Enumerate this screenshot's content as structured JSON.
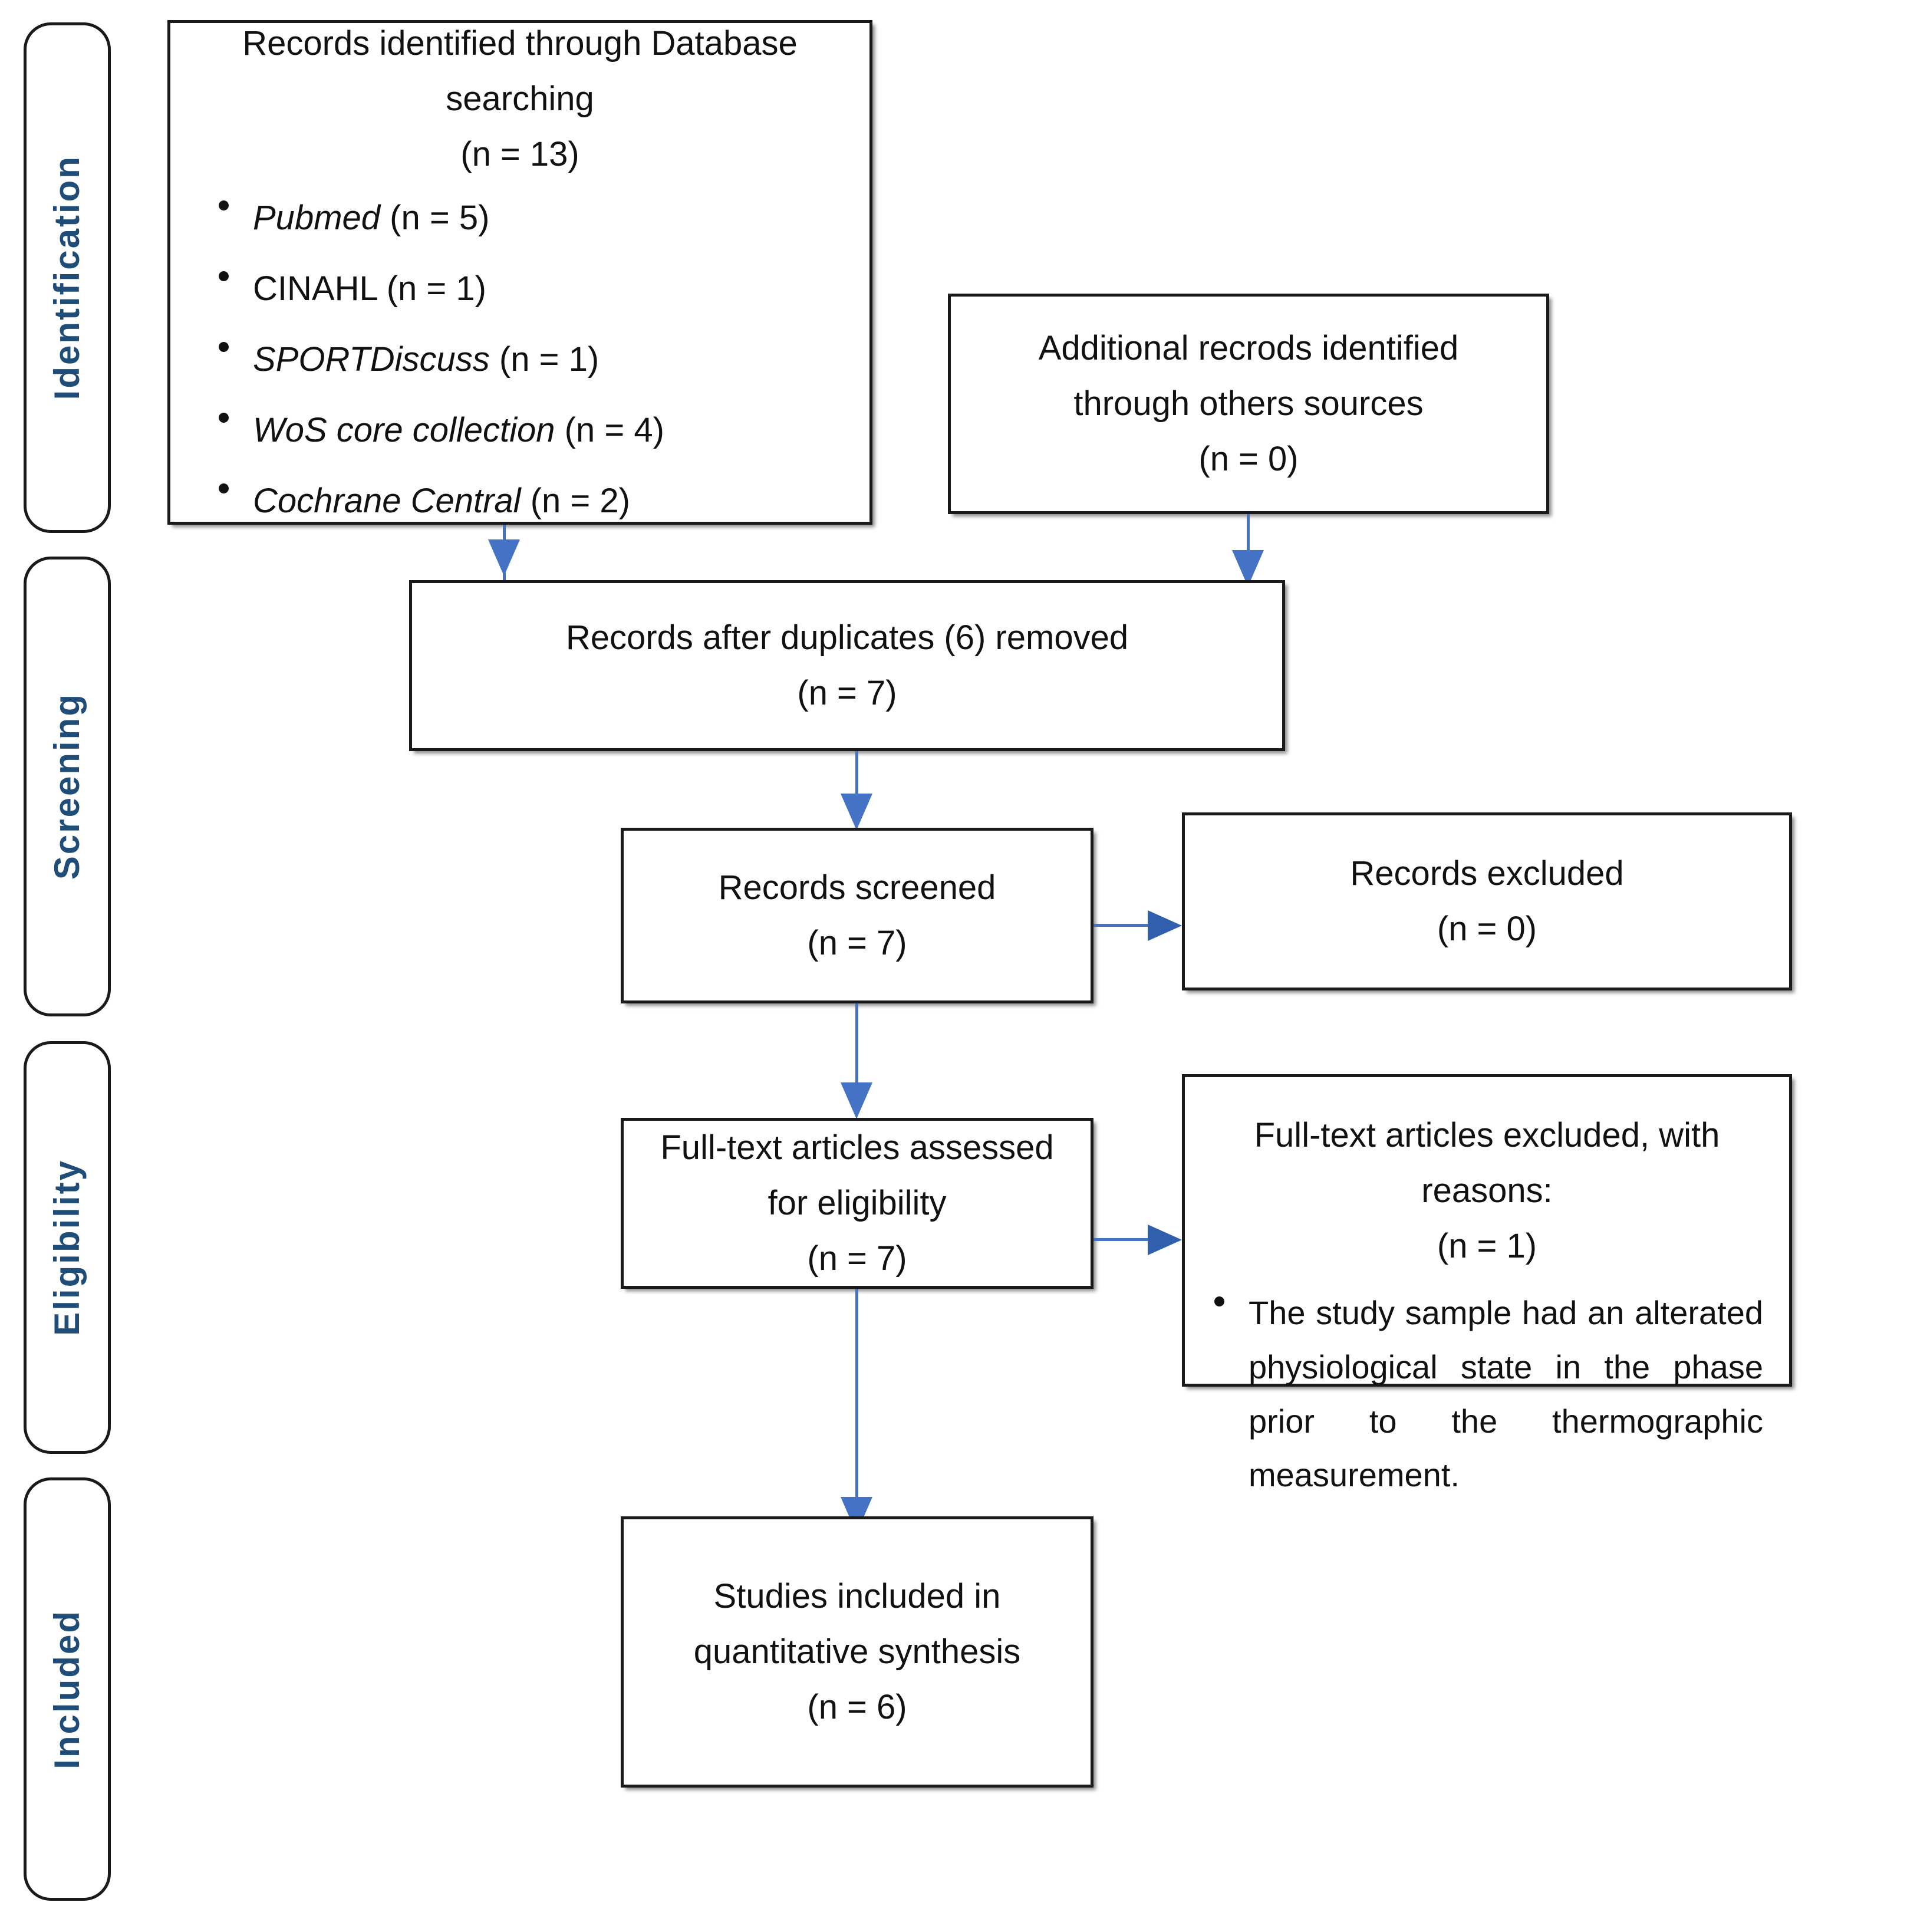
{
  "diagram": {
    "title": "PRISMA flow diagram",
    "accent_blue": "#4472C4",
    "label_blue": "#1F4D78",
    "border_black": "#1A1A1A"
  },
  "phases": [
    {
      "id": "identification",
      "label": "Identification"
    },
    {
      "id": "screening",
      "label": "Screening"
    },
    {
      "id": "eligibility",
      "label": "Eligibility"
    },
    {
      "id": "included",
      "label": "Included"
    }
  ],
  "boxes": {
    "database_search": {
      "line1": "Records identified through Database",
      "line2": "searching",
      "line3": "(n = 13)",
      "sources": [
        {
          "name": "Pubmed",
          "count": "(n = 5)",
          "italic": true
        },
        {
          "name": "CINAHL",
          "count": "(n = 1)",
          "italic": false
        },
        {
          "name": "SPORTDiscuss",
          "count": "(n = 1)",
          "italic": true
        },
        {
          "name": "WoS core collection",
          "count": "(n = 4)",
          "italic": true
        },
        {
          "name": "Cochrane Central",
          "count": "(n = 2)",
          "italic": true
        }
      ]
    },
    "additional_records": {
      "line1": "Additional recrods identified",
      "line2": "through others sources",
      "line3": "(n = 0)"
    },
    "duplicates_removed": {
      "line1": "Records after duplicates (6) removed",
      "line2": "(n = 7)"
    },
    "records_screened": {
      "line1": "Records screened",
      "line2": "(n = 7)"
    },
    "records_excluded": {
      "line1": "Records excluded",
      "line2": "(n = 0)"
    },
    "fulltext_assessed": {
      "line1": "Full-text articles assessed",
      "line2": "for eligibility",
      "line3": "(n = 7)"
    },
    "fulltext_excluded": {
      "line1": "Full-text articles excluded, with reasons:",
      "line2": "(n = 1)",
      "reasons": [
        "The study sample had an alterated physiological state in the phase prior to the thermographic measurement."
      ]
    },
    "studies_included": {
      "line1": "Studies included in",
      "line2": "quantitative synthesis",
      "line3": "(n = 6)"
    }
  }
}
